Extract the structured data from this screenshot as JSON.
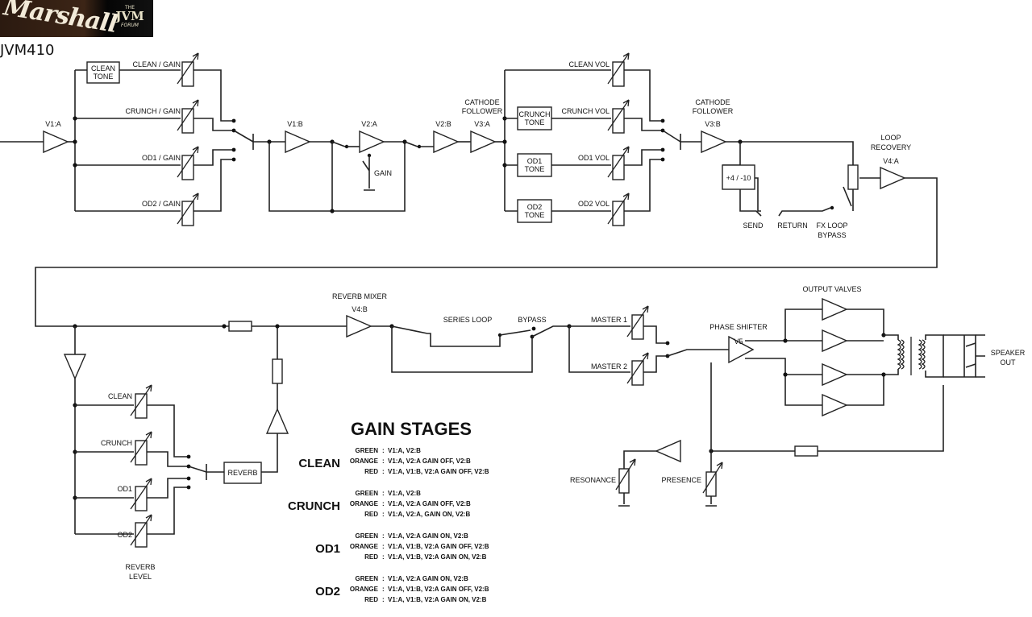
{
  "header": {
    "logo_script": "Marshall",
    "logo_forum_top": "THE",
    "logo_forum_mid": "JVM",
    "logo_forum_bottom": "FORUM",
    "model": "JVM410"
  },
  "labels": {
    "clean_tone": [
      "CLEAN",
      "TONE"
    ],
    "crunch_tone": [
      "CRUNCH",
      "TONE"
    ],
    "od1_tone": [
      "OD1",
      "TONE"
    ],
    "od2_tone": [
      "OD2",
      "TONE"
    ],
    "clean_gain": "CLEAN / GAIN",
    "crunch_gain": "CRUNCH / GAIN",
    "od1_gain": "OD1 / GAIN",
    "od2_gain": "OD2 / GAIN",
    "v1a": "V1:A",
    "v1b": "V1:B",
    "v2a": "V2:A",
    "gain": "GAIN",
    "v2b": "V2:B",
    "cathode_follower_1": [
      "CATHODE",
      "FOLLOWER"
    ],
    "v3a": "V3:A",
    "clean_vol": "CLEAN VOL",
    "crunch_vol": "CRUNCH VOL",
    "od1_vol": "OD1 VOL",
    "od2_vol": "OD2 VOL",
    "cathode_follower_2": [
      "CATHODE",
      "FOLLOWER"
    ],
    "v3b": "V3:B",
    "level_switch": "+4 / -10",
    "send": "SEND",
    "return": "RETURN",
    "fx_loop_bypass": [
      "FX LOOP",
      "BYPASS"
    ],
    "loop_recovery": [
      "LOOP",
      "RECOVERY"
    ],
    "v4a": "V4:A",
    "reverb_mixer": "REVERB MIXER",
    "v4b": "V4:B",
    "series_loop": "SERIES LOOP",
    "bypass": "BYPASS",
    "master1": "MASTER 1",
    "master2": "MASTER 2",
    "phase_shifter": "PHASE SHIFTER",
    "v5": "V5",
    "output_valves": "OUTPUT VALVES",
    "speaker_out": [
      "SPEAKER",
      "OUT"
    ],
    "resonance": "RESONANCE",
    "presence": "PRESENCE",
    "reverb": "REVERB",
    "rev_clean": "CLEAN",
    "rev_crunch": "CRUNCH",
    "rev_od1": "OD1",
    "rev_od2": "OD2",
    "reverb_level": [
      "REVERB",
      "LEVEL"
    ]
  },
  "gain_stages": {
    "title": "GAIN STAGES",
    "modes": [
      {
        "name": "CLEAN",
        "rows": [
          {
            "color": "GREEN",
            "stages": "V1:A, V2:B"
          },
          {
            "color": "ORANGE",
            "stages": "V1:A, V2:A GAIN OFF, V2:B"
          },
          {
            "color": "RED",
            "stages": "V1:A, V1:B, V2:A GAIN OFF, V2:B"
          }
        ]
      },
      {
        "name": "CRUNCH",
        "rows": [
          {
            "color": "GREEN",
            "stages": "V1:A, V2:B"
          },
          {
            "color": "ORANGE",
            "stages": "V1:A, V2:A GAIN OFF, V2:B"
          },
          {
            "color": "RED",
            "stages": "V1:A, V2:A, GAIN ON, V2:B"
          }
        ]
      },
      {
        "name": "OD1",
        "rows": [
          {
            "color": "GREEN",
            "stages": "V1:A, V2:A GAIN ON, V2:B"
          },
          {
            "color": "ORANGE",
            "stages": "V1:A, V1:B, V2:A GAIN OFF, V2:B"
          },
          {
            "color": "RED",
            "stages": "V1:A, V1:B, V2:A GAIN ON, V2:B"
          }
        ]
      },
      {
        "name": "OD2",
        "rows": [
          {
            "color": "GREEN",
            "stages": "V1:A, V2:A GAIN ON, V2:B"
          },
          {
            "color": "ORANGE",
            "stages": "V1:A, V1:B, V2:A GAIN OFF, V2:B"
          },
          {
            "color": "RED",
            "stages": "V1:A, V1:B, V2:A GAIN ON, V2:B"
          }
        ]
      }
    ]
  }
}
